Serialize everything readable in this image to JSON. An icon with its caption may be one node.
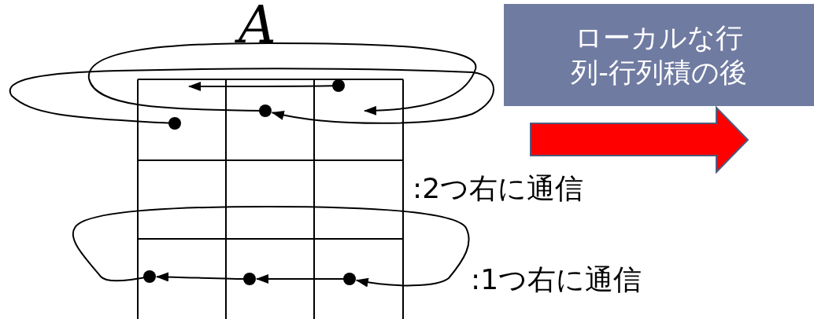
{
  "diagram": {
    "nodes": [
      {
        "text": [
          "ローカルな行列-行列積の後"
        ]
      },
      {
        "text": [],
        "shape": "circle"
      },
      {
        "text": [],
        "shape": "circle"
      },
      {
        "text": [],
        "shape": "circle"
      },
      {
        "text": [],
        "shape": "circle"
      },
      {
        "text": [],
        "shape": "circle"
      },
      {
        "text": [],
        "shape": "circle"
      }
    ],
    "edges": [
      {
        "from": 1,
        "to": null,
        "arrow": "to"
      },
      {
        "from": 2,
        "to": null,
        "arrow": "to"
      },
      {
        "from": 3,
        "to": 2,
        "arrow": "to"
      },
      {
        "from": 4,
        "to": 6,
        "arrow": "to"
      },
      {
        "from": 5,
        "to": 4,
        "arrow": "to"
      },
      {
        "from": 6,
        "to": 5,
        "arrow": "to"
      }
    ],
    "labels": [
      "A",
      ":2つ右に通信",
      ":1つ右に通信"
    ]
  }
}
